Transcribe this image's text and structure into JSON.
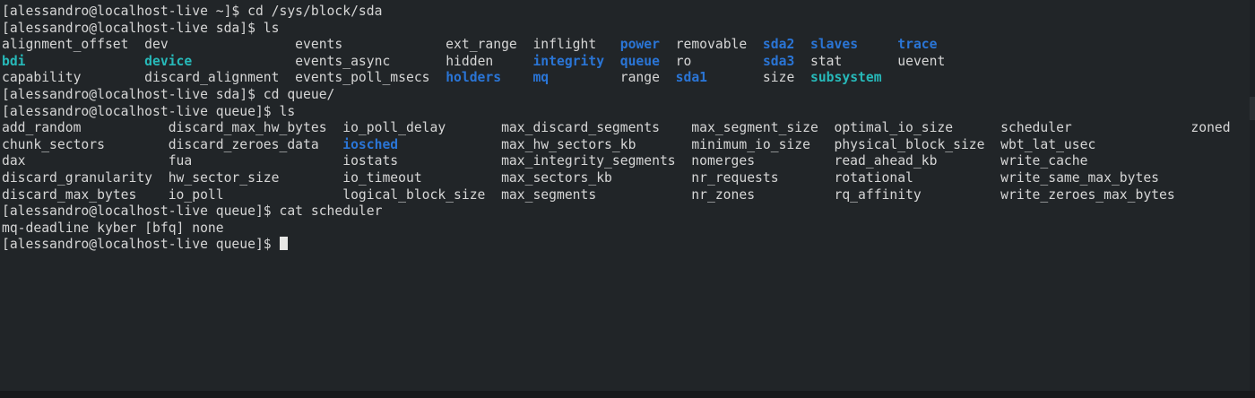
{
  "terminal": {
    "colors": {
      "background": "#212528",
      "foreground": "#d6d6d6",
      "directory_blue": "#2a75d6",
      "symlink_cyan": "#27b9b9",
      "cursor": "#e8e8e6",
      "bottom_bar": "#17191b"
    },
    "prompt_user": "alessandro",
    "prompt_host": "localhost-live",
    "scheduler_value": "mq-deadline kyber [bfq] none",
    "lines": [
      {
        "segments": [
          {
            "text": "[alessandro@localhost-live ~]$ cd /sys/block/sda",
            "color": "fg"
          }
        ]
      },
      {
        "segments": [
          {
            "text": "[alessandro@localhost-live sda]$ ls",
            "color": "fg"
          }
        ]
      },
      {
        "segments": [
          {
            "text": "alignment_offset  dev                events             ext_range  inflight   ",
            "color": "fg"
          },
          {
            "text": "power",
            "color": "blue"
          },
          {
            "text": "  removable  ",
            "color": "fg"
          },
          {
            "text": "sda2",
            "color": "blue"
          },
          {
            "text": "  ",
            "color": "fg"
          },
          {
            "text": "slaves",
            "color": "blue"
          },
          {
            "text": "     ",
            "color": "fg"
          },
          {
            "text": "trace",
            "color": "blue"
          }
        ]
      },
      {
        "segments": [
          {
            "text": "bdi",
            "color": "cyan"
          },
          {
            "text": "               ",
            "color": "fg"
          },
          {
            "text": "device",
            "color": "cyan"
          },
          {
            "text": "             events_async       hidden     ",
            "color": "fg"
          },
          {
            "text": "integrity",
            "color": "blue"
          },
          {
            "text": "  ",
            "color": "fg"
          },
          {
            "text": "queue",
            "color": "blue"
          },
          {
            "text": "  ro         ",
            "color": "fg"
          },
          {
            "text": "sda3",
            "color": "blue"
          },
          {
            "text": "  stat       uevent",
            "color": "fg"
          }
        ]
      },
      {
        "segments": [
          {
            "text": "capability        discard_alignment  events_poll_msecs  ",
            "color": "fg"
          },
          {
            "text": "holders",
            "color": "blue"
          },
          {
            "text": "    ",
            "color": "fg"
          },
          {
            "text": "mq",
            "color": "blue"
          },
          {
            "text": "         range  ",
            "color": "fg"
          },
          {
            "text": "sda1",
            "color": "blue"
          },
          {
            "text": "       size  ",
            "color": "fg"
          },
          {
            "text": "subsystem",
            "color": "cyan"
          }
        ]
      },
      {
        "segments": [
          {
            "text": "[alessandro@localhost-live sda]$ cd queue/",
            "color": "fg"
          }
        ]
      },
      {
        "segments": [
          {
            "text": "[alessandro@localhost-live queue]$ ls",
            "color": "fg"
          }
        ]
      },
      {
        "segments": [
          {
            "text": "add_random           discard_max_hw_bytes  io_poll_delay       max_discard_segments    max_segment_size  optimal_io_size      scheduler               zoned",
            "color": "fg"
          }
        ]
      },
      {
        "segments": [
          {
            "text": "chunk_sectors        discard_zeroes_data   ",
            "color": "fg"
          },
          {
            "text": "iosched",
            "color": "blue"
          },
          {
            "text": "             max_hw_sectors_kb       minimum_io_size   physical_block_size  wbt_lat_usec",
            "color": "fg"
          }
        ]
      },
      {
        "segments": [
          {
            "text": "dax                  fua                   iostats             max_integrity_segments  nomerges          read_ahead_kb        write_cache",
            "color": "fg"
          }
        ]
      },
      {
        "segments": [
          {
            "text": "discard_granularity  hw_sector_size        io_timeout          max_sectors_kb          nr_requests       rotational           write_same_max_bytes",
            "color": "fg"
          }
        ]
      },
      {
        "segments": [
          {
            "text": "discard_max_bytes    io_poll               logical_block_size  max_segments            nr_zones          rq_affinity          write_zeroes_max_bytes",
            "color": "fg"
          }
        ]
      },
      {
        "segments": [
          {
            "text": "[alessandro@localhost-live queue]$ cat scheduler",
            "color": "fg"
          }
        ]
      },
      {
        "segments": [
          {
            "text": "mq-deadline kyber [bfq] none",
            "color": "fg"
          }
        ]
      },
      {
        "segments": [
          {
            "text": "[alessandro@localhost-live queue]$ ",
            "color": "fg"
          }
        ],
        "cursor": true
      }
    ]
  }
}
